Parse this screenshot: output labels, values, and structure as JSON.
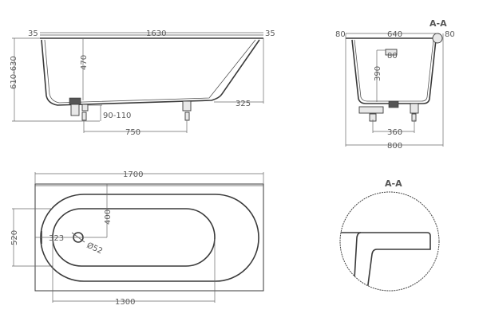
{
  "drawing": {
    "side_view": {
      "top_length": "1630",
      "rim_left": "35",
      "rim_right": "35",
      "overall_height": "610-630",
      "inner_depth": "470",
      "feet_height": "90-110",
      "feet_spacing": "750",
      "slope_offset": "325"
    },
    "end_view": {
      "rim_left": "80",
      "inner_width": "640",
      "rim_right": "80",
      "section_label": "A-A",
      "overflow_width": "80",
      "overflow_height": "390",
      "feet_spacing": "360",
      "overall_width": "800"
    },
    "top_view": {
      "overall_length": "1700",
      "overall_width": "520",
      "drain_offset_y": "400",
      "drain_offset_x": "323",
      "drain_diameter": "Ø52",
      "inner_length": "1300"
    },
    "detail_view": {
      "label": "A-A"
    }
  }
}
